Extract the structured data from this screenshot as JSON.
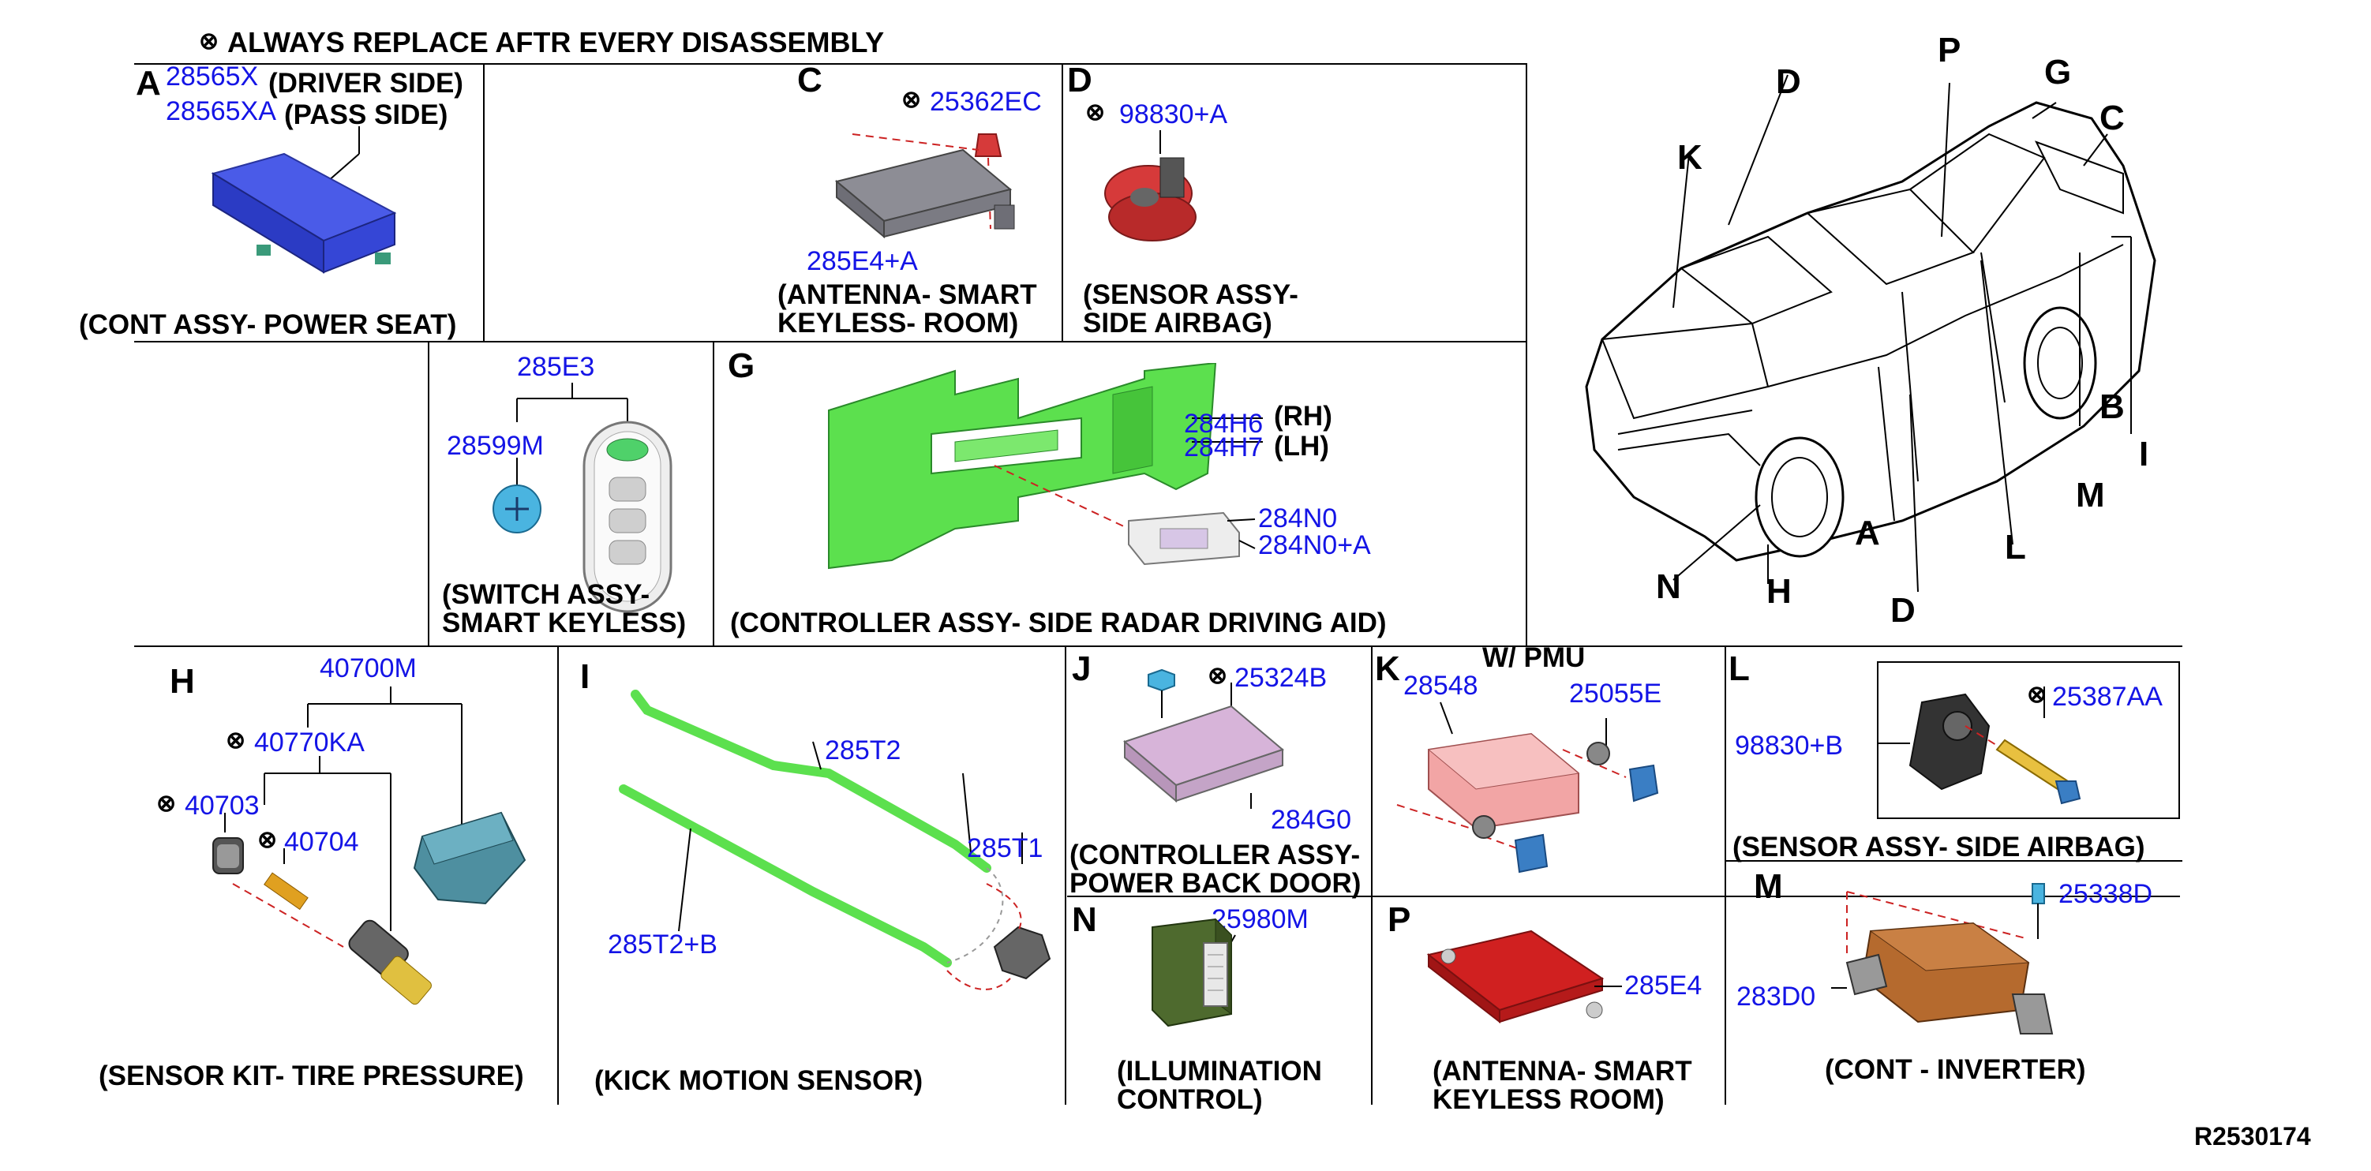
{
  "diagram": {
    "header": "ALWAYS REPLACE AFTR EVERY DISASSEMBLY",
    "ref_code": "R2530174",
    "colors": {
      "part_number": "#1414e6",
      "text": "#000000",
      "leader": "#cc2222"
    },
    "sections": {
      "A": {
        "letter": "A",
        "parts": [
          "28565X",
          "28565XA"
        ],
        "sides": [
          "(DRIVER SIDE)",
          "(PASS SIDE)"
        ],
        "caption": "(CONT ASSY- POWER SEAT)"
      },
      "C": {
        "letter": "C",
        "parts": [
          "25362EC",
          "285E4+A"
        ],
        "caption1": "(ANTENNA- SMART",
        "caption2": "KEYLESS- ROOM)"
      },
      "D": {
        "letter": "D",
        "parts": [
          "98830+A"
        ],
        "caption1": "(SENSOR ASSY-",
        "caption2": "SIDE AIRBAG)"
      },
      "E": {
        "parts": [
          "285E3",
          "28599M"
        ],
        "caption1": "(SWITCH ASSY-",
        "caption2": "SMART KEYLESS)"
      },
      "G": {
        "letter": "G",
        "parts": [
          "284H6",
          "284H7",
          "284N0",
          "284N0+A"
        ],
        "sides": [
          "(RH)",
          "(LH)"
        ],
        "caption": "(CONTROLLER ASSY- SIDE RADAR DRIVING AID)"
      },
      "H": {
        "letter": "H",
        "parts": [
          "40700M",
          "40770KA",
          "40703",
          "40704"
        ],
        "caption": "(SENSOR KIT- TIRE PRESSURE)"
      },
      "I": {
        "letter": "I",
        "parts": [
          "285T2",
          "285T1",
          "285T2+B"
        ],
        "caption": "(KICK MOTION SENSOR)"
      },
      "J": {
        "letter": "J",
        "parts": [
          "25324B",
          "284G0"
        ],
        "caption1": "(CONTROLLER ASSY-",
        "caption2": "POWER BACK DOOR)"
      },
      "K": {
        "letter": "K",
        "note": "W/ PMU",
        "parts": [
          "28548",
          "25055E"
        ]
      },
      "L": {
        "letter": "L",
        "parts": [
          "98830+B",
          "25387AA"
        ],
        "caption": "(SENSOR ASSY- SIDE AIRBAG)"
      },
      "M": {
        "letter": "M",
        "parts": [
          "25338D",
          "283D0"
        ],
        "caption": "(CONT - INVERTER)"
      },
      "N": {
        "letter": "N",
        "parts": [
          "25980M"
        ],
        "caption1": "(ILLUMINATION",
        "caption2": "CONTROL)"
      },
      "P": {
        "letter": "P",
        "parts": [
          "285E4"
        ],
        "caption1": "(ANTENNA- SMART",
        "caption2": "KEYLESS ROOM)"
      }
    },
    "vehicle_labels": [
      "D",
      "P",
      "G",
      "C",
      "K",
      "B",
      "I",
      "M",
      "L",
      "A",
      "N",
      "H",
      "D"
    ]
  }
}
